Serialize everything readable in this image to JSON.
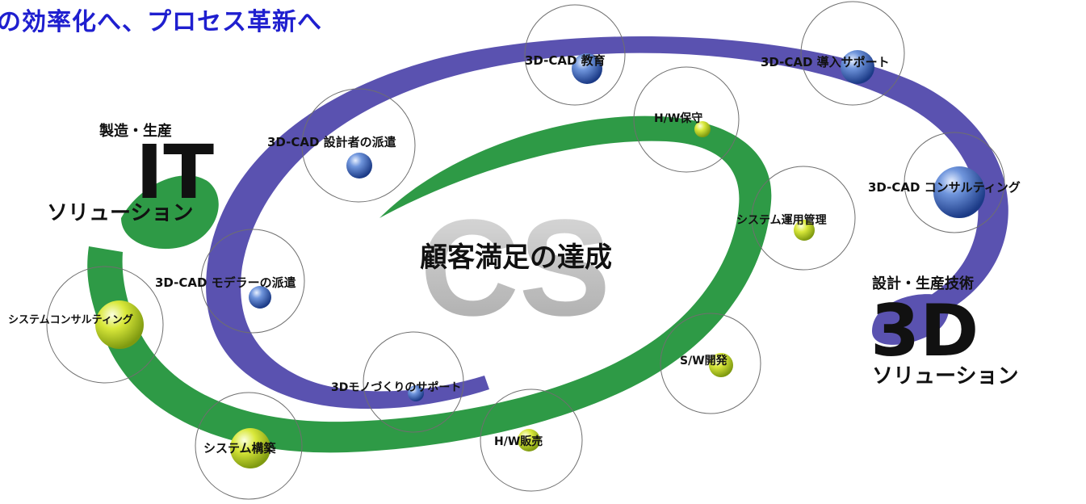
{
  "headline": "の効率化へ、プロセス革新へ",
  "colors": {
    "headline": "#1f1fcf",
    "purple_band": "#5a52b0",
    "green_band": "#2e9a46",
    "blue_sphere": "#3f6fc4",
    "yellow_sphere": "#d9e83a",
    "circle_outline": "#6f6f6f"
  },
  "center": {
    "watermark": "CS",
    "title": "顧客満足の達成"
  },
  "it_block": {
    "small": "製造・生産",
    "big": "IT",
    "sub": "ソリューション"
  },
  "threed_block": {
    "small": "設計・生産技術",
    "big": "3D",
    "sub": "ソリューション"
  },
  "nodes": {
    "cad_education": "3D-CAD 教育",
    "cad_intro_support": "3D-CAD 導入サポート",
    "hw_maintenance": "H/W保守",
    "cad_designer": "3D-CAD 設計者の派遣",
    "cad_consulting": "3D-CAD コンサルティング",
    "system_ops": "システム運用管理",
    "cad_modeler": "3D-CAD モデラーの派遣",
    "system_consulting": "システムコンサルティング",
    "sw_dev": "S/W開発",
    "monozukuri": "3Dモノづくりのサポート",
    "hw_sales": "H/W販売",
    "system_build": "システム構築"
  },
  "icons": {
    "blue_sphere": "blue-sphere-icon",
    "yellow_sphere": "yellow-sphere-icon"
  }
}
